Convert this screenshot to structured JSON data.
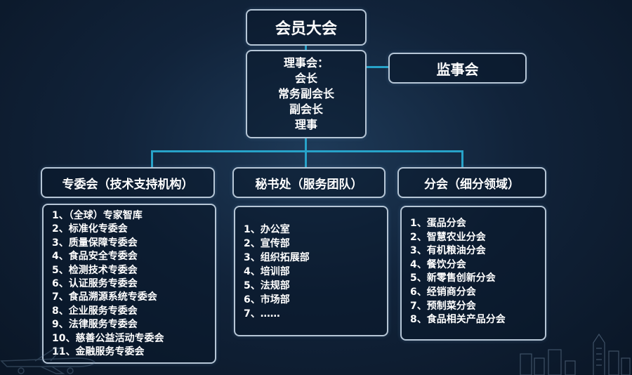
{
  "general_assembly": "会员大会",
  "council": {
    "lines": [
      "理事会：",
      "会长",
      "常务副会长",
      "副会长",
      "理事"
    ]
  },
  "supervisory_board": "监事会",
  "branches": [
    {
      "title": "专委会（技术支持机构）",
      "items": [
        "1、（全球）专家智库",
        "2、标准化专委会",
        "3、质量保障专委会",
        "4、食品安全专委会",
        "5、检测技术专委会",
        "6、认证服务专委会",
        "7、食品溯源系统专委会",
        "8、企业服务专委会",
        "9、法律服务专委会",
        "10、慈善公益活动专委会",
        "11、金融服务专委会"
      ]
    },
    {
      "title": "秘书处（服务团队）",
      "items": [
        "1、办公室",
        "2、宣传部",
        "3、组织拓展部",
        "4、培训部",
        "5、法规部",
        "6、市场部",
        "7、……"
      ]
    },
    {
      "title": "分会（细分领域）",
      "items": [
        "1、蛋品分会",
        "2、智慧农业分会",
        "3、有机粮油分会",
        "4、餐饮分会",
        "5、新零售创新分会",
        "6、经销商分会",
        "7、预制菜分会",
        "8、食品相关产品分会"
      ]
    }
  ],
  "colors": {
    "connector": "#27a3c9",
    "box_border": "#b6c6d6",
    "background": "#11233a"
  },
  "decorations": [
    "airplane-icon",
    "city-skyline-icon"
  ]
}
